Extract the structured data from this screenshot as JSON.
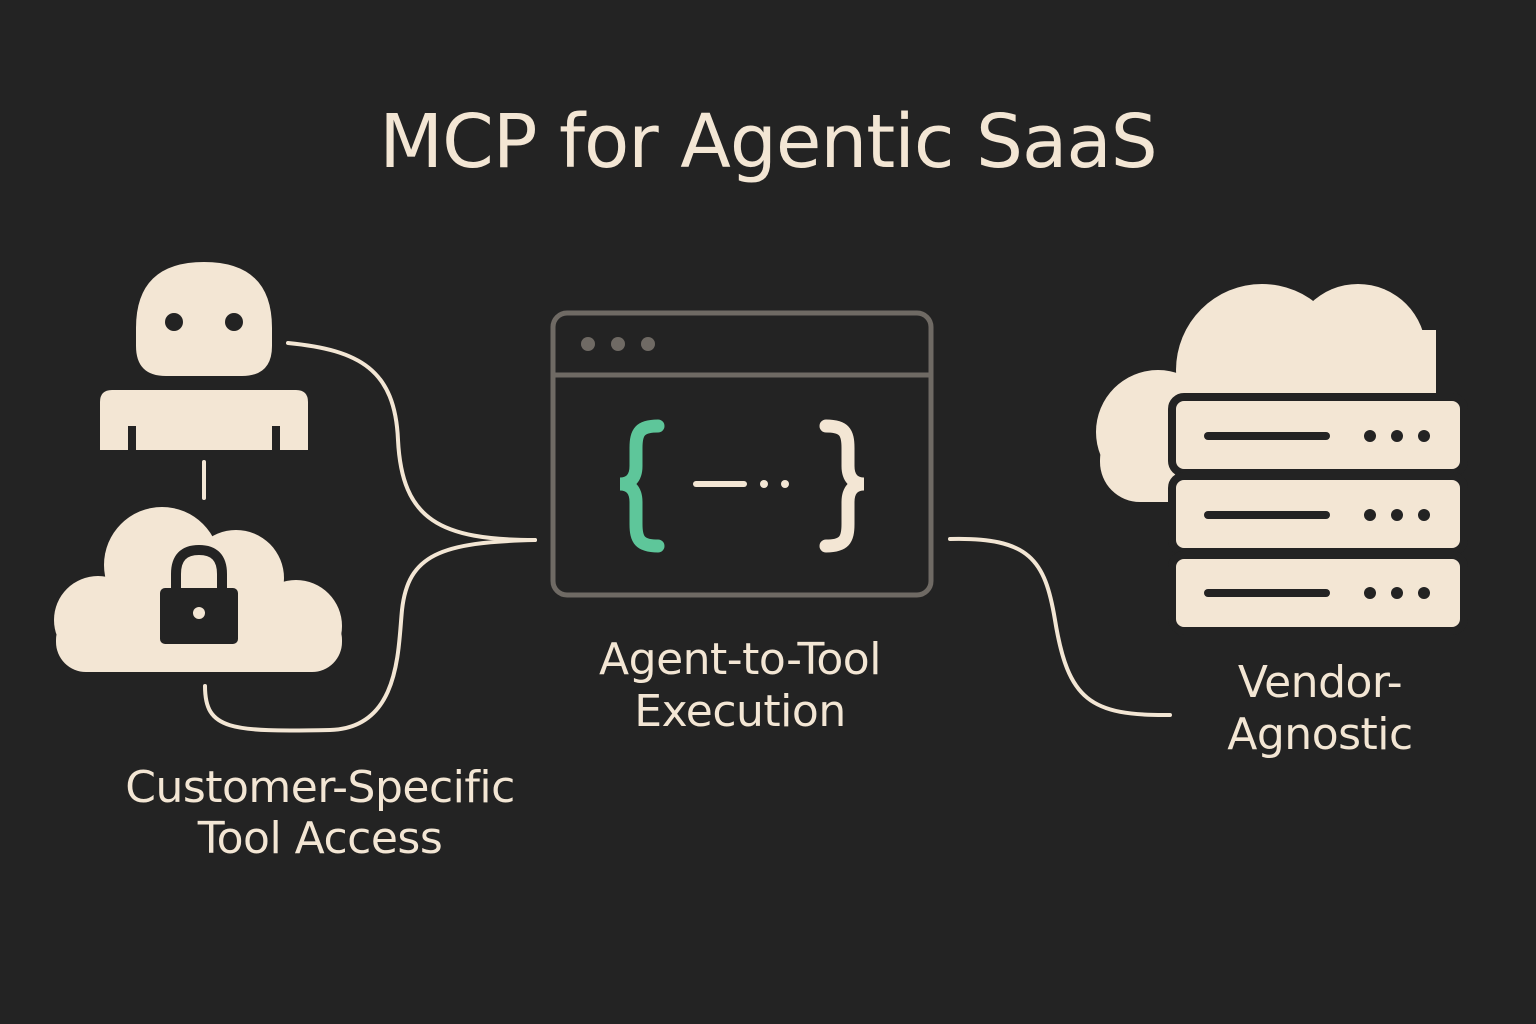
{
  "title": "MCP for Agentic SaaS",
  "colors": {
    "background": "#232323",
    "cream": "#f3e6d4",
    "frame": "#6f6a64",
    "accent_green": "#5ec69a",
    "dark": "#232323"
  },
  "nodes": {
    "customer": {
      "label": "Customer-Specific\nTool Access",
      "icons": [
        "robot-icon",
        "cloud-lock-icon"
      ]
    },
    "execution": {
      "label": "Agent-to-Tool\nExecution",
      "icons": [
        "code-window-icon"
      ]
    },
    "vendor": {
      "label": "Vendor-\nAgnostic",
      "icons": [
        "cloud-server-icon"
      ]
    }
  }
}
